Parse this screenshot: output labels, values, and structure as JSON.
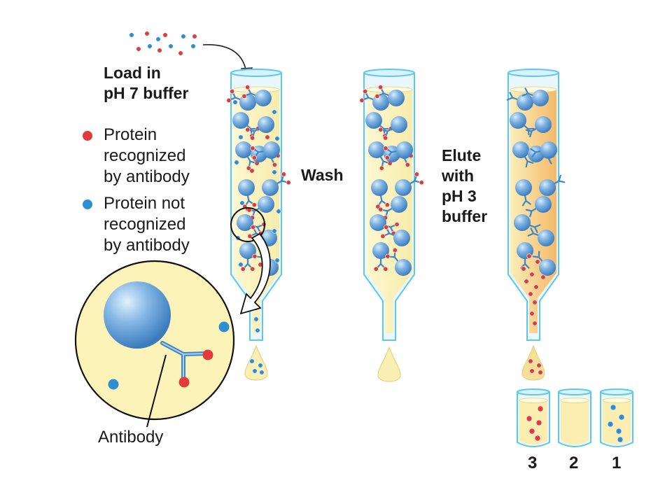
{
  "labels": {
    "load": [
      "Load in",
      "pH 7 buffer"
    ],
    "wash": "Wash",
    "elute": [
      "Elute",
      "with",
      "pH 3",
      "buffer"
    ],
    "antibody": "Antibody"
  },
  "legend": [
    {
      "lines": [
        "Protein",
        "recognized",
        "by antibody"
      ],
      "color": "#e23b3b"
    },
    {
      "lines": [
        "Protein not",
        "recognized",
        "by antibody"
      ],
      "color": "#2f8ed1"
    }
  ],
  "tubes": [
    "3",
    "2",
    "1"
  ],
  "colors": {
    "red_protein": "#e23b3b",
    "blue_protein": "#2f8ed1",
    "bead": "#6aa5dc",
    "antibody": "#3f86c8",
    "buffer": "#fbf3b8",
    "elute_buffer": "#f6c98a",
    "glass": "#5ec8ec"
  }
}
